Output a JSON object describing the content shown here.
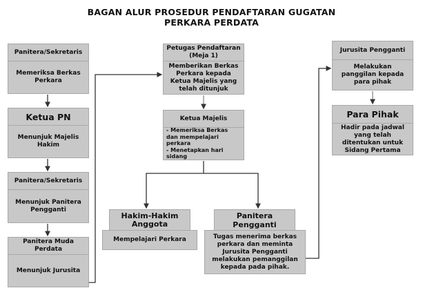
{
  "title": {
    "line1": "BAGAN ALUR PROSEDUR PENDAFTARAN GUGATAN",
    "line2": "PERKARA PERDATA"
  },
  "left_column": [
    {
      "header": "Panitera/Sekretaris",
      "body": "Memeriksa Berkas Perkara"
    },
    {
      "header": "Ketua PN",
      "body": "Menunjuk Majelis Hakim"
    },
    {
      "header": "Panitera/Sekretaris",
      "body": "Menunjuk Panitera Pengganti"
    },
    {
      "header": "Panitera Muda Perdata",
      "body": "Menunjuk Jurusita"
    }
  ],
  "middle_column": {
    "petugas": {
      "header": "Petugas Pendaftaran (Meja 1)",
      "body": "Memberikan Berkas Perkara kepada Ketua Majelis yang telah ditunjuk"
    },
    "ketua_majelis": {
      "header": "Ketua Majelis",
      "items": [
        "- Memeriksa Berkas dan mempelajari perkara",
        "- Menetapkan hari sidang"
      ]
    },
    "hakim": {
      "header": "Hakim-Hakim Anggota",
      "body": "Mempelajari Perkara"
    },
    "panitera_pengganti": {
      "header": "Panitera Pengganti",
      "body": "Tugas menerima berkas perkara dan meminta Jurusita Pengganti melakukan pemanggilan kepada pada pihak."
    }
  },
  "right_column": {
    "jurusita": {
      "header": "Jurusita Pengganti",
      "body": "Melakukan panggilan kepada para pihak"
    },
    "para_pihak": {
      "header": "Para Pihak",
      "body": "Hadir pada jadwal yang telah ditentukan untuk Sidang Pertama"
    }
  },
  "colors": {
    "box_fill": "#c8c8c8",
    "border": "#a8a8a8",
    "line": "#333333"
  }
}
